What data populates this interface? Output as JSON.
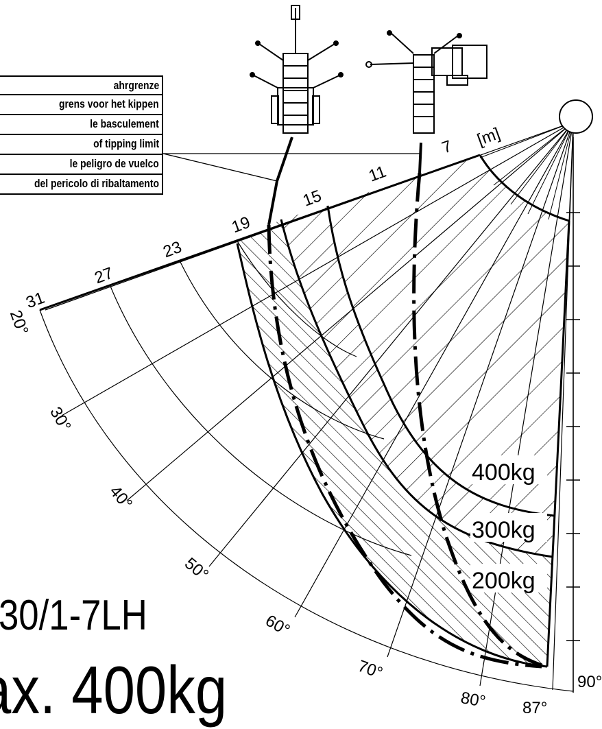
{
  "legend": {
    "lines": [
      "ahrgrenze",
      "grens voor het kippen",
      "le basculement",
      "of tipping limit",
      "le peligro de vuelco",
      "del pericolo di ribaltamento"
    ]
  },
  "model_label": "30/1-7LH",
  "max_load_label": "ax. 400kg",
  "range_unit": "[m]",
  "radius_labels": [
    "7",
    "11",
    "15",
    "19",
    "23",
    "27",
    "31"
  ],
  "angle_labels": [
    "20°",
    "30°",
    "40°",
    "50°",
    "60°",
    "70°",
    "80°",
    "87°",
    "90°"
  ],
  "load_zones": [
    "400kg",
    "300kg",
    "200kg"
  ],
  "colors": {
    "ink": "#000000",
    "background": "#ffffff"
  }
}
